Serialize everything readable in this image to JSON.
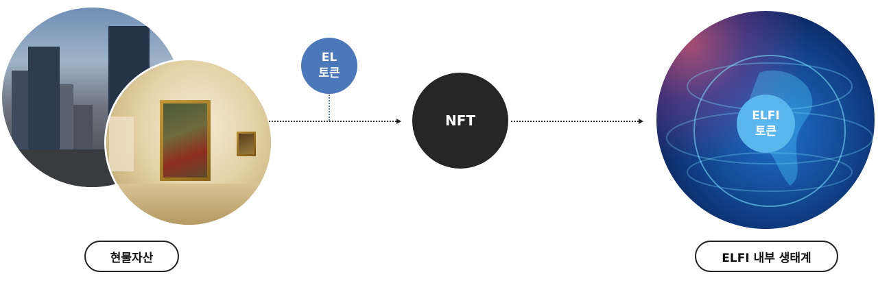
{
  "diagram": {
    "el_token": {
      "line1": "EL",
      "line2": "토큰"
    },
    "nft": {
      "label": "NFT"
    },
    "elfi_token": {
      "line1": "ELFI",
      "line2": "토큰"
    },
    "labels": {
      "physical_assets": "현물자산",
      "ecosystem": "ELFI 내부 생태계"
    },
    "images": {
      "city": "city-skyline-photo",
      "gallery": "art-gallery-photo",
      "globe": "digital-globe-photo"
    },
    "colors": {
      "el_token": "#4a78b8",
      "nft": "#262626",
      "elfi_token": "#5ab6ec",
      "connector": "#333333"
    }
  }
}
